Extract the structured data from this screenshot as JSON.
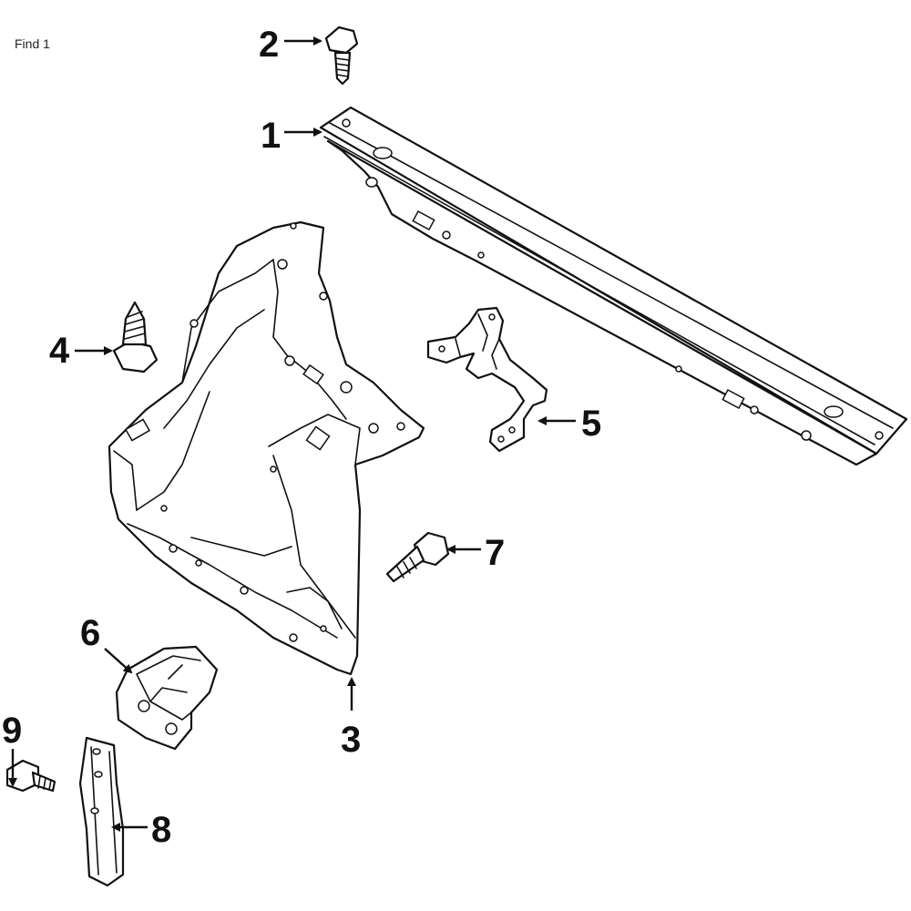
{
  "find_label": "Find 1",
  "callouts": {
    "c1": "1",
    "c2": "2",
    "c3": "3",
    "c4": "4",
    "c5": "5",
    "c6": "6",
    "c7": "7",
    "c8": "8",
    "c9": "9"
  }
}
